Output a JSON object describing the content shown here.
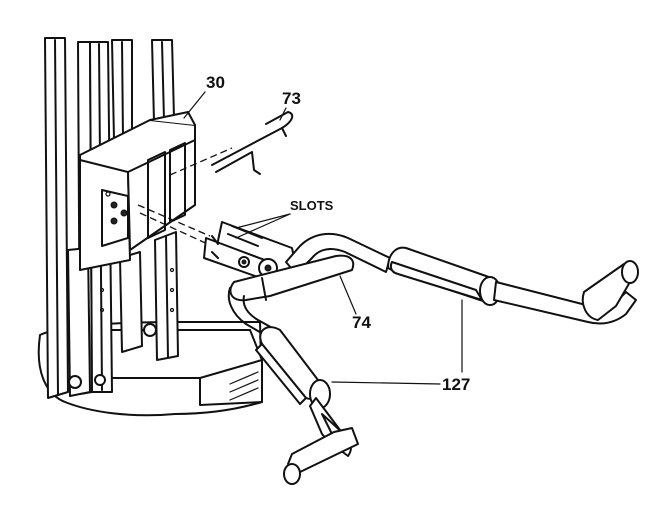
{
  "labels": {
    "part_30": "30",
    "part_73": "73",
    "slots": "SLOTS",
    "part_74": "74",
    "part_127": "127"
  }
}
